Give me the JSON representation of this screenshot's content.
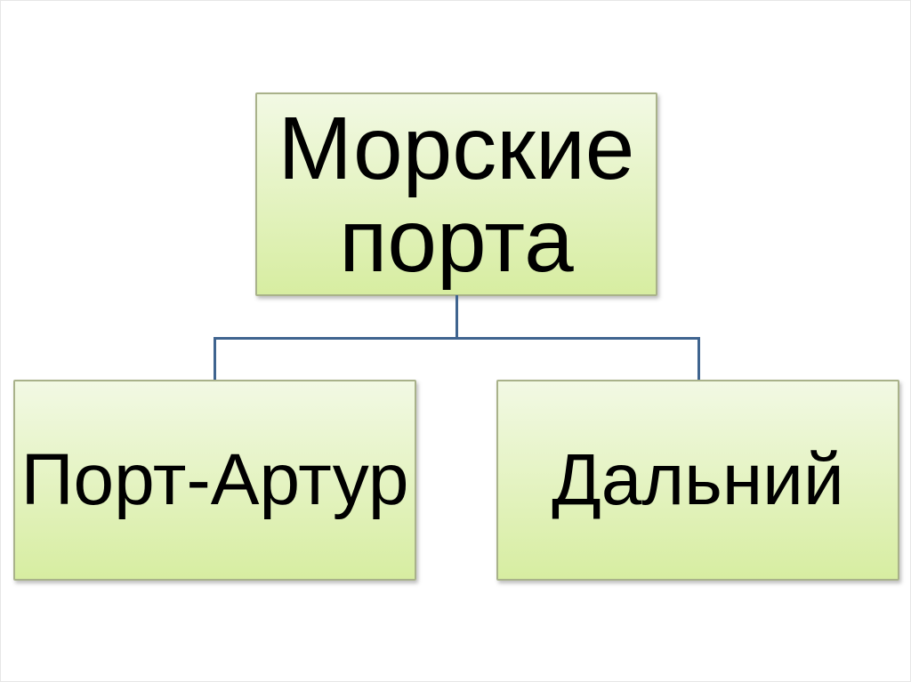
{
  "slide": {
    "diagram": {
      "type": "hierarchy",
      "root": {
        "label": "Морские порта"
      },
      "children": [
        {
          "label": "Порт-Артур"
        },
        {
          "label": "Дальний"
        }
      ]
    },
    "colors": {
      "slide_bg": "#ffffff",
      "slide_border": "#e6e6e6",
      "node_fill_top": "#f2f9e4",
      "node_fill_bottom": "#d7eda1",
      "node_border": "#a9b28a",
      "node_text": "#000000",
      "connector": "#3f648f"
    }
  }
}
